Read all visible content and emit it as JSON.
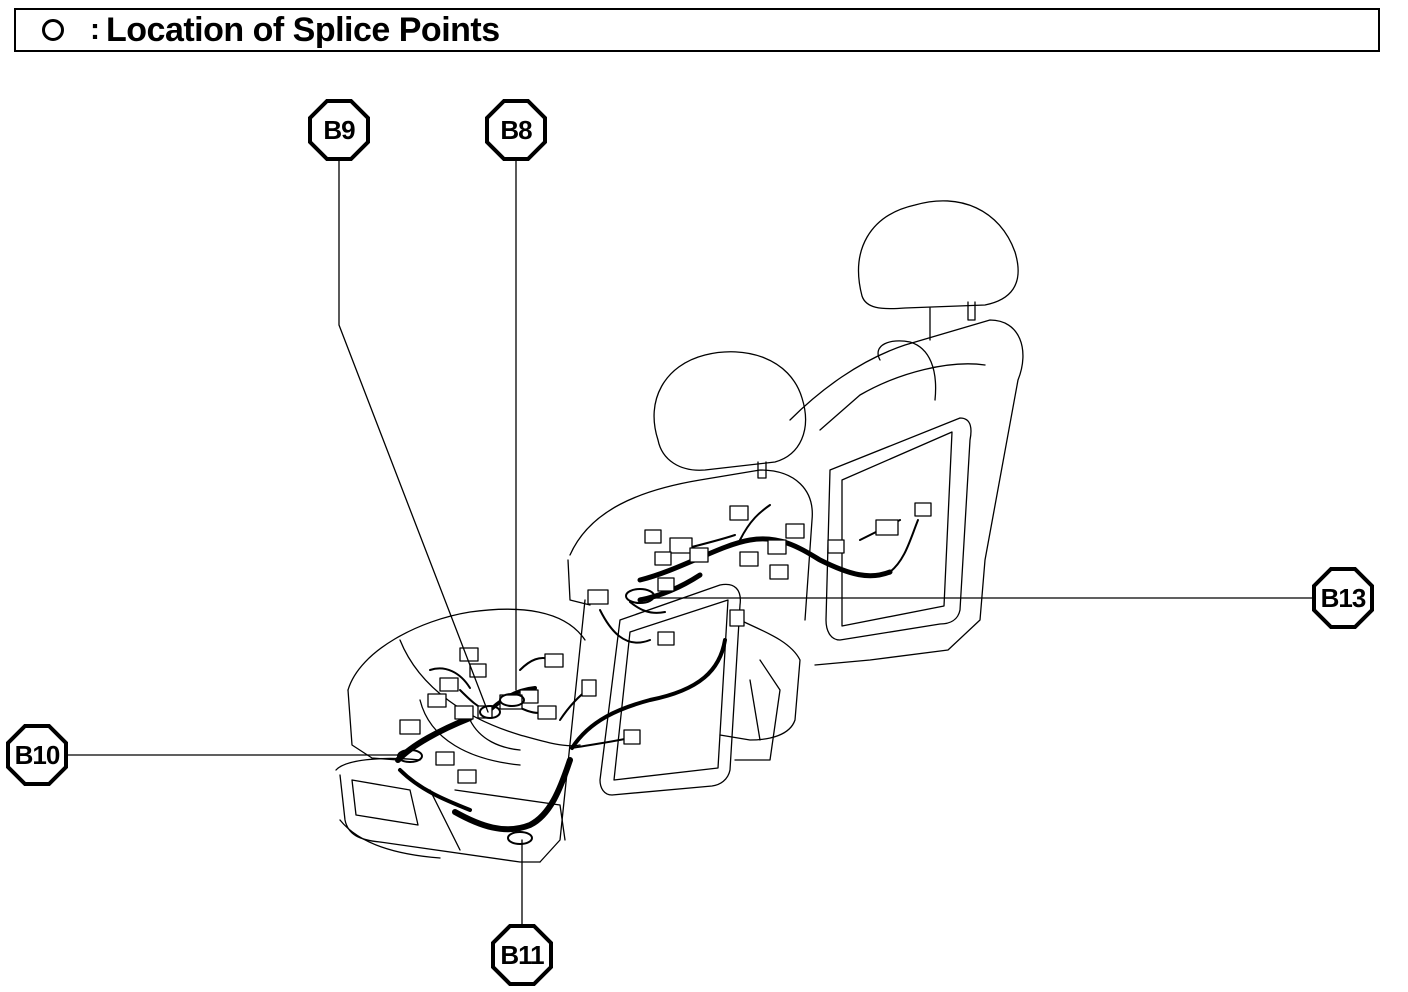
{
  "header": {
    "symbol": "circle",
    "separator": ":",
    "title": "Location of Splice Points"
  },
  "splice_points": [
    {
      "id": "b9",
      "label": "B9"
    },
    {
      "id": "b8",
      "label": "B8"
    },
    {
      "id": "b13",
      "label": "B13"
    },
    {
      "id": "b10",
      "label": "B10"
    },
    {
      "id": "b11",
      "label": "B11"
    }
  ],
  "colors": {
    "ink": "#000000",
    "background": "#ffffff"
  }
}
